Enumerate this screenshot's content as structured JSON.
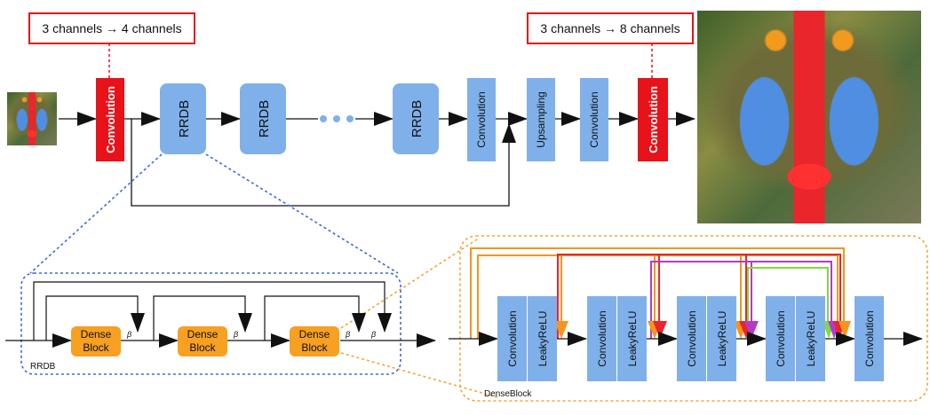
{
  "callouts": {
    "first": "3 channels → 4 channels",
    "last": "3 channels → 8 channels"
  },
  "main_path": {
    "first_conv": "Convolution",
    "rrdb": "RRDB",
    "conv": "Convolution",
    "upsampling": "Upsampling",
    "last_conv": "Convolution"
  },
  "rrdb_detail": {
    "label": "RRDB",
    "dense_line1": "Dense",
    "dense_line2": "Block",
    "beta": "β"
  },
  "denseblock_detail": {
    "label": "DenseBlock",
    "conv": "Convolution",
    "relu": "LeakyReLU"
  },
  "images": {
    "input": "baboon-photo-small",
    "output": "baboon-photo-large"
  },
  "colors": {
    "red": "#e8121a",
    "blue": "#7fb0ea",
    "orange": "#f7a021",
    "dotted_blue": "#4169d6",
    "dotted_orange": "#f2a53a",
    "skip_orange": "#f7941d",
    "skip_red": "#e8262c",
    "skip_purple": "#b23cc8",
    "skip_green": "#7fdc3c"
  }
}
